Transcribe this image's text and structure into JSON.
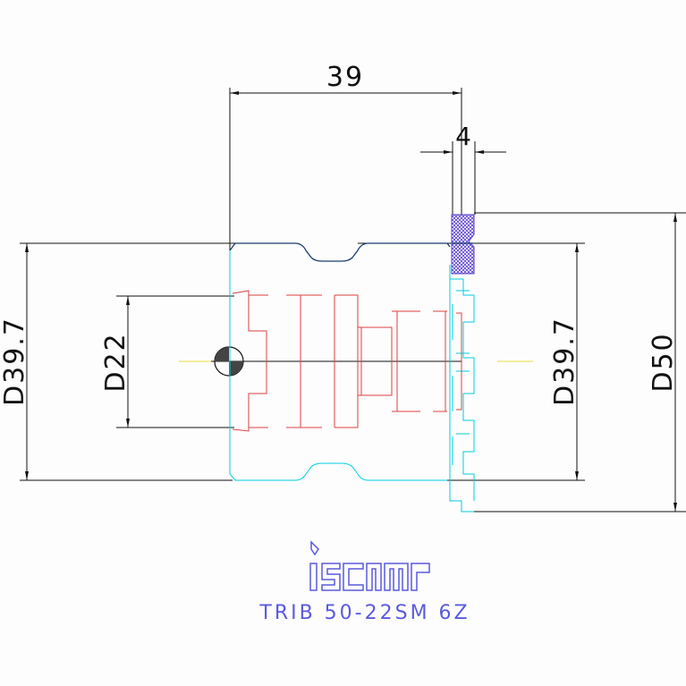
{
  "dimensions": {
    "overall_length": "39",
    "insert_width": "4",
    "bore_diameter_left": "D39.7",
    "arbor_hole": "D22",
    "bore_diameter_right": "D39.7",
    "cutter_diameter": "D50"
  },
  "brand": {
    "logo_name": "iscar",
    "logo_color": "#5a5adf"
  },
  "caption": "TRIB 50-22SM 6Z",
  "colors": {
    "dimension": "#111111",
    "hidden_bore": "#e04040",
    "body_outline": "#00cfe0",
    "top_outline": "#1a3c6e",
    "insert_hatch": "#5a3fd0",
    "centerline": "#e6e040"
  }
}
